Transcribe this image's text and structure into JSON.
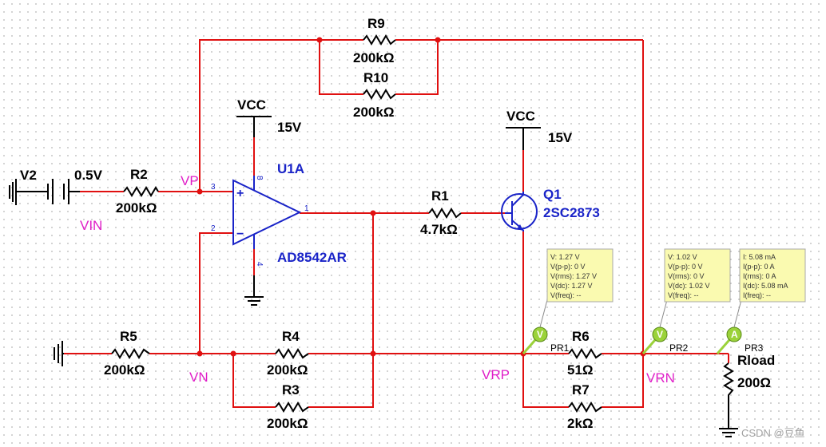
{
  "components": {
    "v2": {
      "ref": "V2",
      "value": "0.5V"
    },
    "r2": {
      "ref": "R2",
      "value": "200kΩ"
    },
    "r9": {
      "ref": "R9",
      "value": "200kΩ"
    },
    "r10": {
      "ref": "R10",
      "value": "200kΩ"
    },
    "r1": {
      "ref": "R1",
      "value": "4.7kΩ"
    },
    "r5": {
      "ref": "R5",
      "value": "200kΩ"
    },
    "r4": {
      "ref": "R4",
      "value": "200kΩ"
    },
    "r3": {
      "ref": "R3",
      "value": "200kΩ"
    },
    "r6": {
      "ref": "R6",
      "value": "51Ω"
    },
    "r7": {
      "ref": "R7",
      "value": "2kΩ"
    },
    "rload": {
      "ref": "Rload",
      "value": "200Ω"
    },
    "opamp": {
      "ref": "U1A",
      "part": "AD8542AR",
      "pin_plus": "3",
      "pin_minus": "2",
      "pin_out": "1",
      "pin_vcc": "8",
      "pin_gnd": "4",
      "sign_plus": "+",
      "sign_minus": "−"
    },
    "q1": {
      "ref": "Q1",
      "part": "2SC2873"
    },
    "vcc1": {
      "label": "VCC",
      "value": "15V"
    },
    "vcc2": {
      "label": "VCC",
      "value": "15V"
    }
  },
  "nets": {
    "vp": "VP",
    "vin": "VIN",
    "vn": "VN",
    "vrp": "VRP",
    "vrn": "VRN"
  },
  "probes": {
    "pr1": {
      "name": "PR1",
      "letter": "V",
      "lines": [
        "V: 1.27 V",
        "V(p-p): 0 V",
        "V(rms): 1.27 V",
        "V(dc): 1.27 V",
        "V(freq): --"
      ]
    },
    "pr2": {
      "name": "PR2",
      "letter": "V",
      "lines": [
        "V: 1.02 V",
        "V(p-p): 0 V",
        "V(rms): 0 V",
        "V(dc): 1.02 V",
        "V(freq): --"
      ]
    },
    "pr3": {
      "name": "PR3",
      "letter": "A",
      "lines": [
        "I: 5.08 mA",
        "I(p-p): 0 A",
        "I(rms): 0 A",
        "I(dc): 5.08 mA",
        "I(freq): --"
      ]
    }
  },
  "watermark": "CSDN @豆鱼",
  "colors": {
    "wire": "#e01010",
    "component": "#000000",
    "opamp": "#1a24c8",
    "net_label": "#e01fc8",
    "probe_box": "#fafab0",
    "probe_icon": "#9bd23a",
    "grid_dot": "#b4b4b4"
  }
}
